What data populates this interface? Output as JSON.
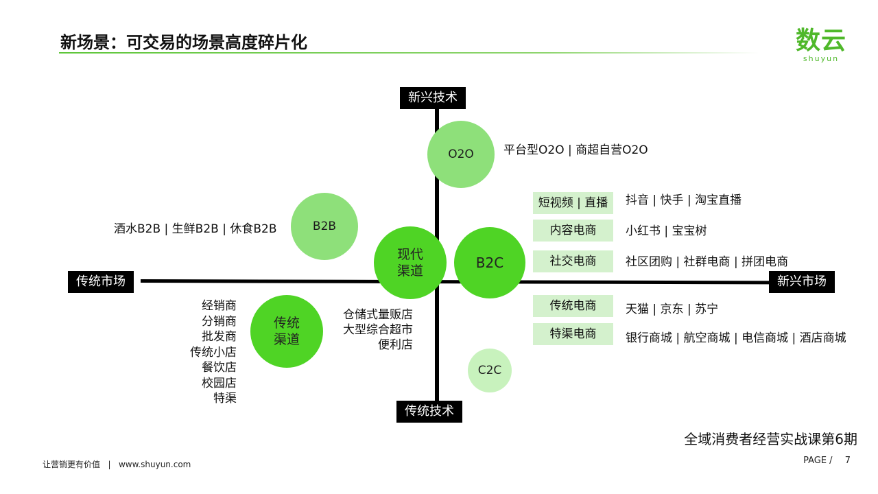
{
  "header": {
    "title": "新场景：可交易的场景高度碎片化",
    "logo_main": "数云",
    "logo_sub": "shuyun"
  },
  "axes": {
    "top": "新兴技术",
    "bottom": "传统技术",
    "left": "传统市场",
    "right": "新兴市场"
  },
  "bubbles": {
    "o2o": "O2O",
    "b2b": "B2B",
    "modern_line1": "现代",
    "modern_line2": "渠道",
    "b2c": "B2C",
    "traditional_line1": "传统",
    "traditional_line2": "渠道",
    "c2c": "C2C"
  },
  "labels": {
    "o2o_desc": "平台型O2O | 商超自营O2O",
    "b2b_desc": "酒水B2B | 生鲜B2B | 休食B2B"
  },
  "b2c_rows": [
    {
      "tag": "短视频 | 直播",
      "text": "抖音 | 快手 | 淘宝直播"
    },
    {
      "tag": "内容电商",
      "text": "小红书 | 宝宝树"
    },
    {
      "tag": "社交电商",
      "text": "社区团购 | 社群电商 | 拼团电商"
    },
    {
      "tag": "传统电商",
      "text": "天猫 | 京东 | 苏宁"
    },
    {
      "tag": "特渠电商",
      "text": "银行商城 | 航空商城 | 电信商城 | 酒店商城"
    }
  ],
  "traditional_channels": [
    "经销商",
    "分销商",
    "批发商",
    "传统小店",
    "餐饮店",
    "校园店",
    "特渠"
  ],
  "modern_channels": [
    "仓储式量贩店",
    "大型综合超市",
    "便利店"
  ],
  "footer": {
    "course": "全域消费者经营实战课第6期",
    "slogan": "让营销更有价值",
    "separator": "|",
    "url": "www.shuyun.com",
    "page_label": "PAGE /",
    "page_number": "7"
  },
  "colors": {
    "accent": "#4fb82a",
    "bubble_dark": "#4fd425",
    "bubble_mid": "#8ee07a",
    "bubble_light": "#c8f2bd",
    "tag_bg": "#d4f1cd"
  }
}
